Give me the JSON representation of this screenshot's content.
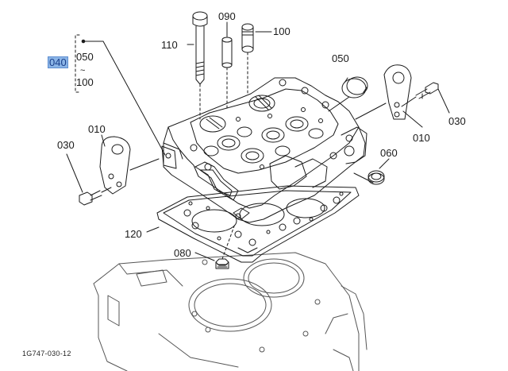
{
  "parts": {
    "p040": "040",
    "p050_range": "050",
    "p100_range": "100",
    "range_sep": "~",
    "p110": "110",
    "p090": "090",
    "p100": "100",
    "p050": "050",
    "p010_left": "010",
    "p010_right": "010",
    "p030_left": "030",
    "p030_right": "030",
    "p060": "060",
    "p120": "120",
    "p080": "080"
  },
  "highlighted_part": "040",
  "colors": {
    "highlight": "#8ab4e6",
    "line": "#1a1a1a"
  },
  "caption": "1G747-030-12"
}
